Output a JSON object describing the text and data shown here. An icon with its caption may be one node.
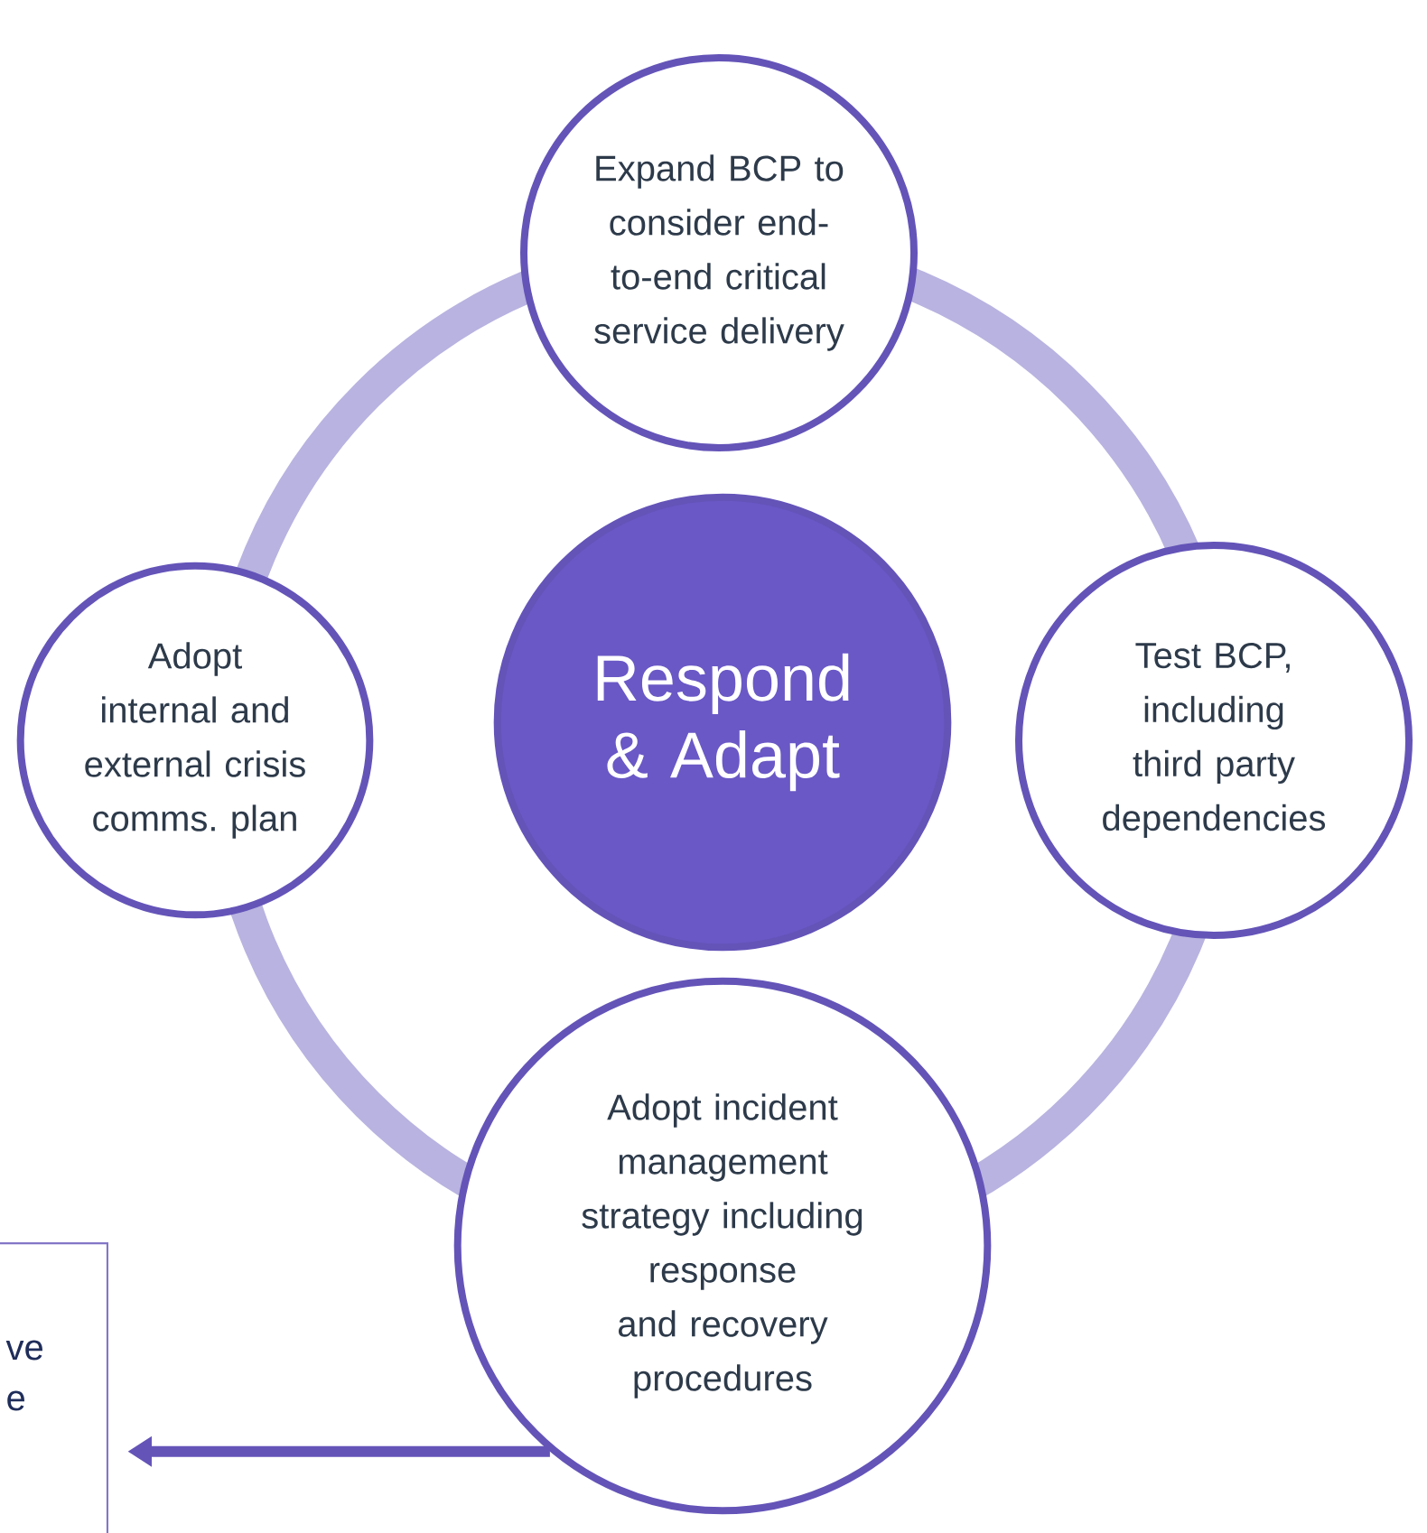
{
  "diagram": {
    "nodes": [
      {
        "text": [
          "Respond & Adapt"
        ]
      },
      {
        "text": [
          "Expand BCP to consider end-to-end critical service delivery"
        ]
      },
      {
        "text": [
          "Test BCP, including third party dependencies"
        ]
      },
      {
        "text": [
          "Adopt incident management strategy including response and recovery procedures"
        ]
      },
      {
        "text": [
          "Adopt internal and external crisis comms. plan"
        ]
      },
      {
        "text": [
          "ve",
          "e"
        ]
      }
    ],
    "edges": [
      {
        "from": 3,
        "to": 5,
        "arrow": "to"
      }
    ]
  }
}
